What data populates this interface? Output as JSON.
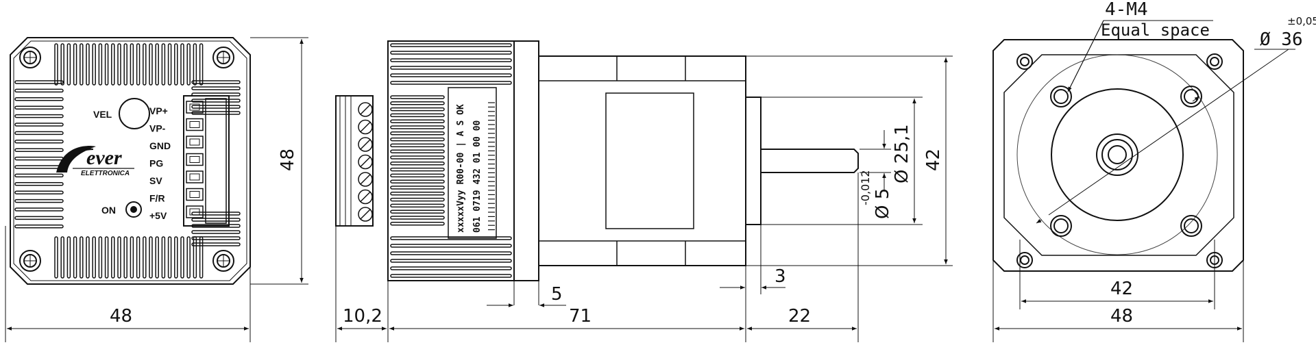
{
  "drawing": {
    "colors": {
      "line": "#111111",
      "thin": "#333333",
      "background": "#ffffff"
    },
    "front_view": {
      "vel_label": "VEL",
      "on_label": "ON",
      "pins": [
        "VP+",
        "VP-",
        "GND",
        "PG",
        "SV",
        "F/R",
        "+5V"
      ],
      "logo_text": "ever",
      "logo_subtext": "ELETTRONICA"
    },
    "side_view": {
      "sticker": {
        "model": "xxxxxVyy",
        "code": "R00-00",
        "rev": "A",
        "status": "S OK",
        "serial_parts": [
          "061",
          "0719",
          "432",
          "01",
          "00",
          "00"
        ]
      }
    },
    "dimensions": {
      "front_width": "48",
      "front_height": "48",
      "connector": "10,2",
      "body_length": "71",
      "shaft_length": "22",
      "pilot_depth": "5",
      "flange_thickness": "3",
      "shaft_diameter": "Ø 5",
      "shaft_tolerance": "-0,012",
      "pilot_diameter": "Ø 25,1",
      "body_height": "42",
      "hole_spacing": "42",
      "flange_width": "48",
      "holes": "4-M4",
      "holes_note": "Equal space",
      "bolt_circle": "Ø 36",
      "bolt_tolerance": "±0,05"
    }
  }
}
